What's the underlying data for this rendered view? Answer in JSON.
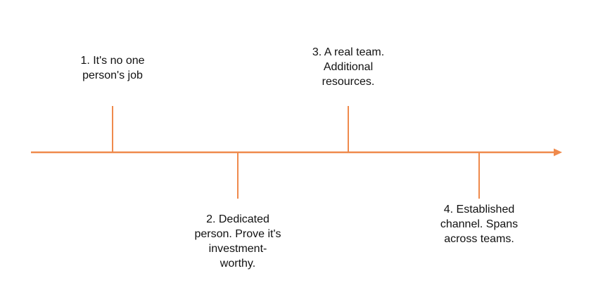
{
  "diagram": {
    "line_color": "#ef8a4c",
    "stages": [
      {
        "label": "1. It's no one\nperson's job"
      },
      {
        "label": "2. Dedicated\nperson. Prove it's\ninvestment-\nworthy."
      },
      {
        "label": "3. A real team.\nAdditional\nresources."
      },
      {
        "label": "4. Established\nchannel. Spans\nacross teams."
      }
    ]
  }
}
